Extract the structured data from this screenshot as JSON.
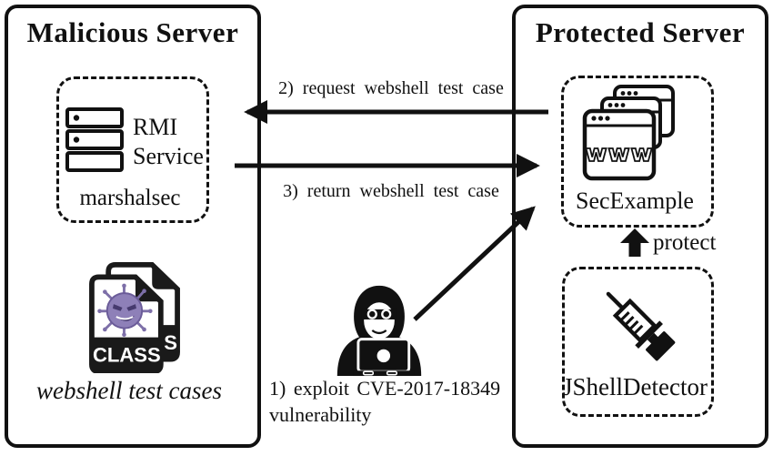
{
  "malicious_server": {
    "title": "Malicious Server",
    "rmi": {
      "label_line1": "RMI",
      "label_line2": "Service",
      "caption": "marshalsec"
    },
    "files": {
      "badge": "CLASS",
      "caption": "webshell test cases"
    }
  },
  "protected_server": {
    "title": "Protected Server",
    "secexample": {
      "window_text": "www",
      "caption": "SecExample"
    },
    "protect_label": "protect",
    "jshell": {
      "caption": "JShellDetector"
    }
  },
  "flows": {
    "step1_line1": "1) exploit CVE-2017-18349",
    "step1_line2": "vulnerability",
    "step2": "2) request webshell test case",
    "step3": "3) return webshell test case"
  },
  "colors": {
    "ink": "#111111",
    "background": "#ffffff",
    "virus_body": "#8e80b8",
    "virus_detail": "#463a6e"
  }
}
